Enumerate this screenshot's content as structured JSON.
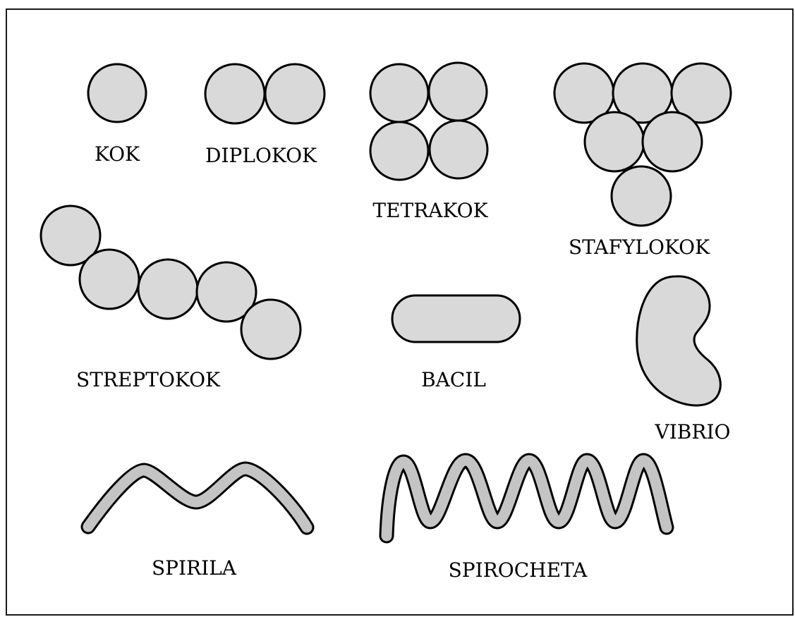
{
  "labels": {
    "kok": "KOK",
    "diplokok": "DIPLOKOK",
    "tetrakok": "TETRAKOK",
    "stafylokok": "STAFYLOKOK",
    "streptokok": "STREPTOKOK",
    "bacil": "BACIL",
    "vibrio": "VIBRIO",
    "spirila": "SPIRILA",
    "spirocheta": "SPIROCHETA"
  },
  "colors": {
    "cell_fill": "#d9d9d9",
    "outline": "#000000",
    "spiral_fill": "#c4c4c4",
    "background": "#ffffff"
  }
}
